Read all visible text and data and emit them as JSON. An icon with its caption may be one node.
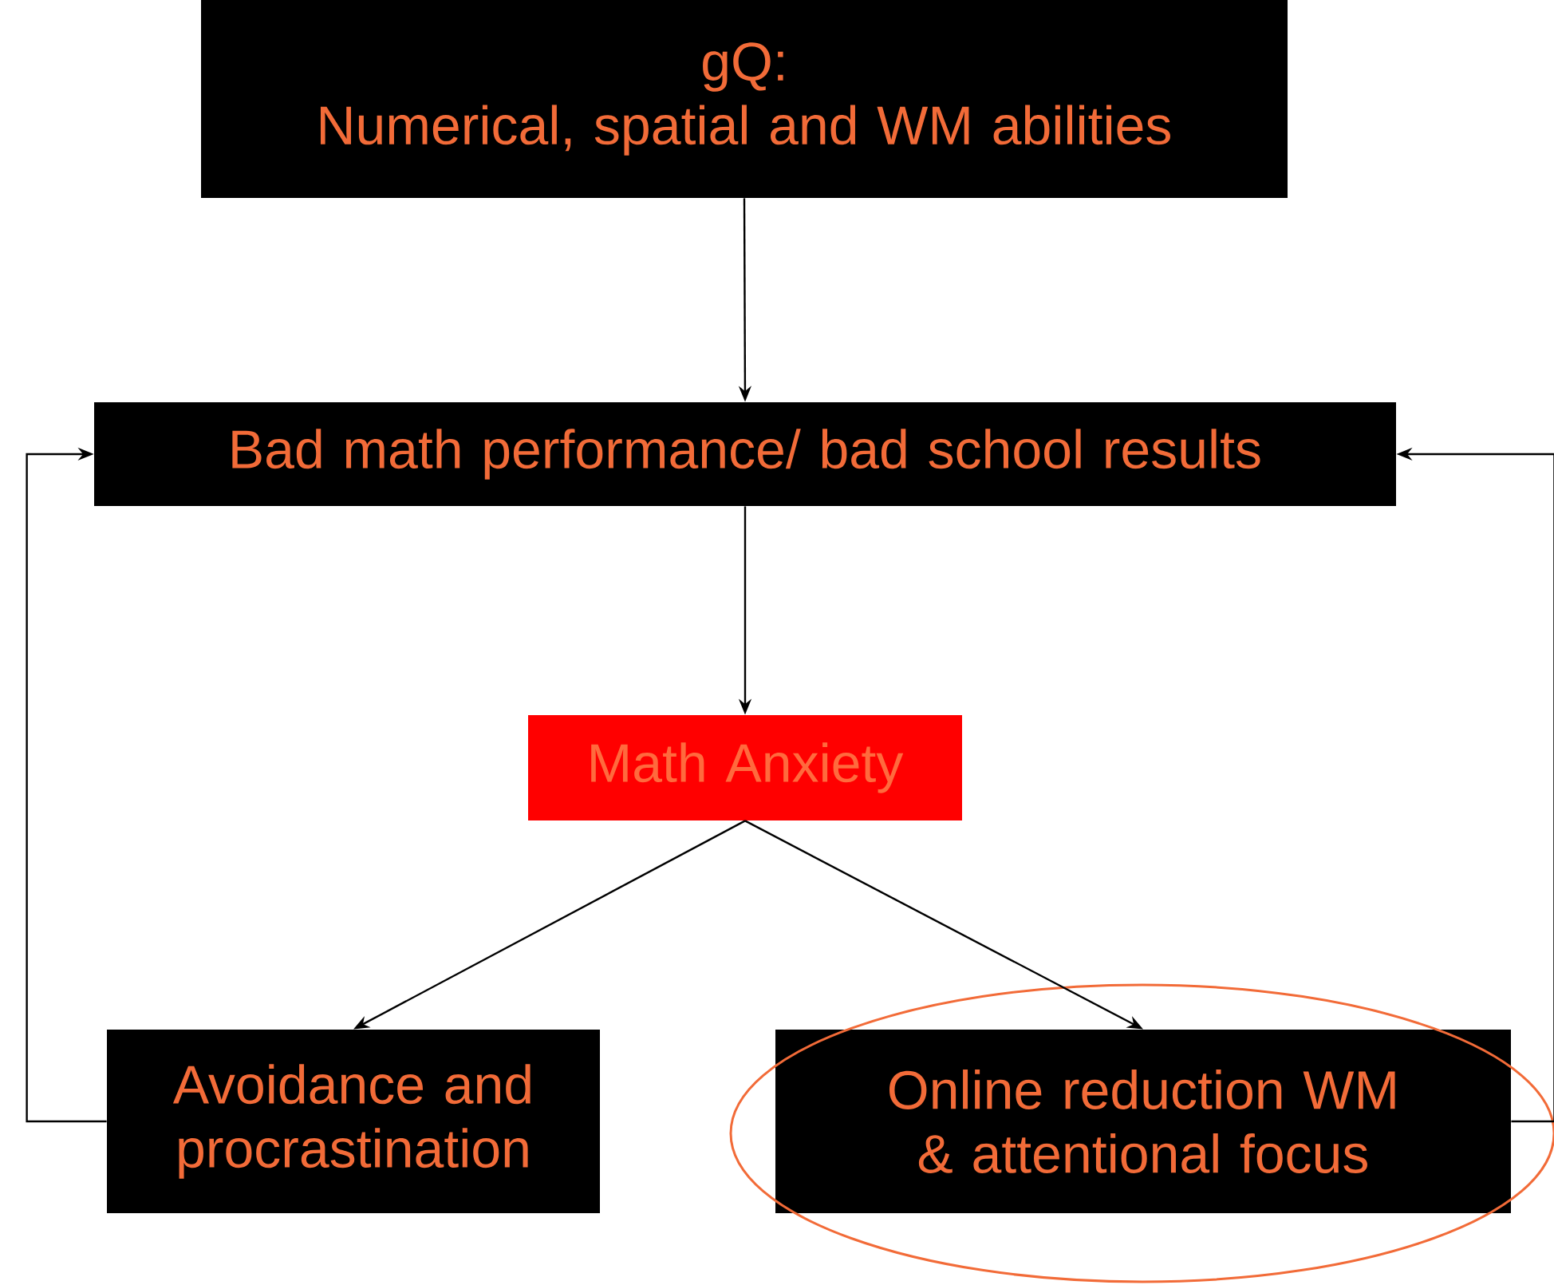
{
  "diagram": {
    "nodes": [
      {
        "text": [
          "gQ:",
          "Numerical, spatial and WM abilities"
        ]
      },
      {
        "text": [
          "Bad math performance/ bad school results"
        ]
      },
      {
        "text": [
          "Math Anxiety"
        ]
      },
      {
        "text": [
          "Avoidance and procrastination"
        ]
      },
      {
        "text": [
          "Online reduction WM & attentional focus"
        ]
      }
    ],
    "edges": [
      {
        "from": 0,
        "to": 1,
        "arrow": "to"
      },
      {
        "from": 1,
        "to": 2,
        "arrow": "to"
      },
      {
        "from": 2,
        "to": 3,
        "arrow": "to"
      },
      {
        "from": 2,
        "to": 4,
        "arrow": "to"
      },
      {
        "from": 3,
        "to": 1,
        "arrow": "to"
      },
      {
        "from": 4,
        "to": 1,
        "arrow": "to"
      }
    ]
  }
}
